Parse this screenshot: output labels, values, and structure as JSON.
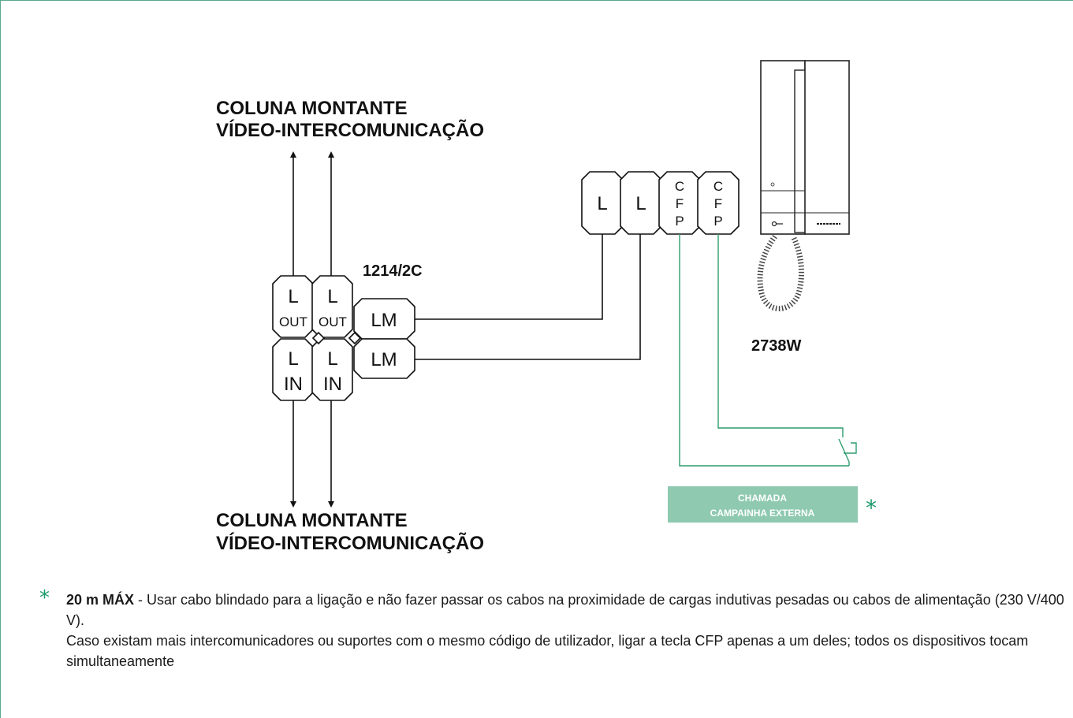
{
  "riser_top": {
    "line1": "COLUNA MONTANTE",
    "line2": "VÍDEO-INTERCOMUNICAÇÃO"
  },
  "riser_bottom": {
    "line1": "COLUNA MONTANTE",
    "line2": "VÍDEO-INTERCOMUNICAÇÃO"
  },
  "distributor": {
    "model": "1214/2C",
    "out_terminals": [
      {
        "top": "L",
        "bottom": "OUT"
      },
      {
        "top": "L",
        "bottom": "OUT"
      }
    ],
    "in_terminals": [
      {
        "top": "L",
        "bottom": "IN"
      },
      {
        "top": "L",
        "bottom": "IN"
      }
    ],
    "lm_terminals": [
      "LM",
      "LM"
    ]
  },
  "phone_terminals": [
    {
      "lines": [
        "L"
      ]
    },
    {
      "lines": [
        "L"
      ]
    },
    {
      "lines": [
        "C",
        "F",
        "P"
      ]
    },
    {
      "lines": [
        "C",
        "F",
        "P"
      ]
    }
  ],
  "intercom": {
    "model": "2738W"
  },
  "call_box": {
    "line1": "CHAMADA",
    "line2": "CAMPAINHA EXTERNA",
    "marker": "*"
  },
  "colors": {
    "accent": "#1a9a6a",
    "callbox": "#8ec9b0",
    "wire_green": "#2e9c6e",
    "frame": "#5aa98c"
  },
  "note": {
    "marker": "*",
    "bold": "20 m MÁX",
    "text1": " - Usar cabo blindado para a ligação e não fazer passar os cabos na proximidade de cargas indutivas pesadas ou cabos de alimentação (230 V/400 V).",
    "text2": "Caso existam mais intercomunicadores ou suportes com o mesmo código de utilizador, ligar a tecla CFP apenas a um deles; todos os dispositivos tocam simultaneamente"
  }
}
